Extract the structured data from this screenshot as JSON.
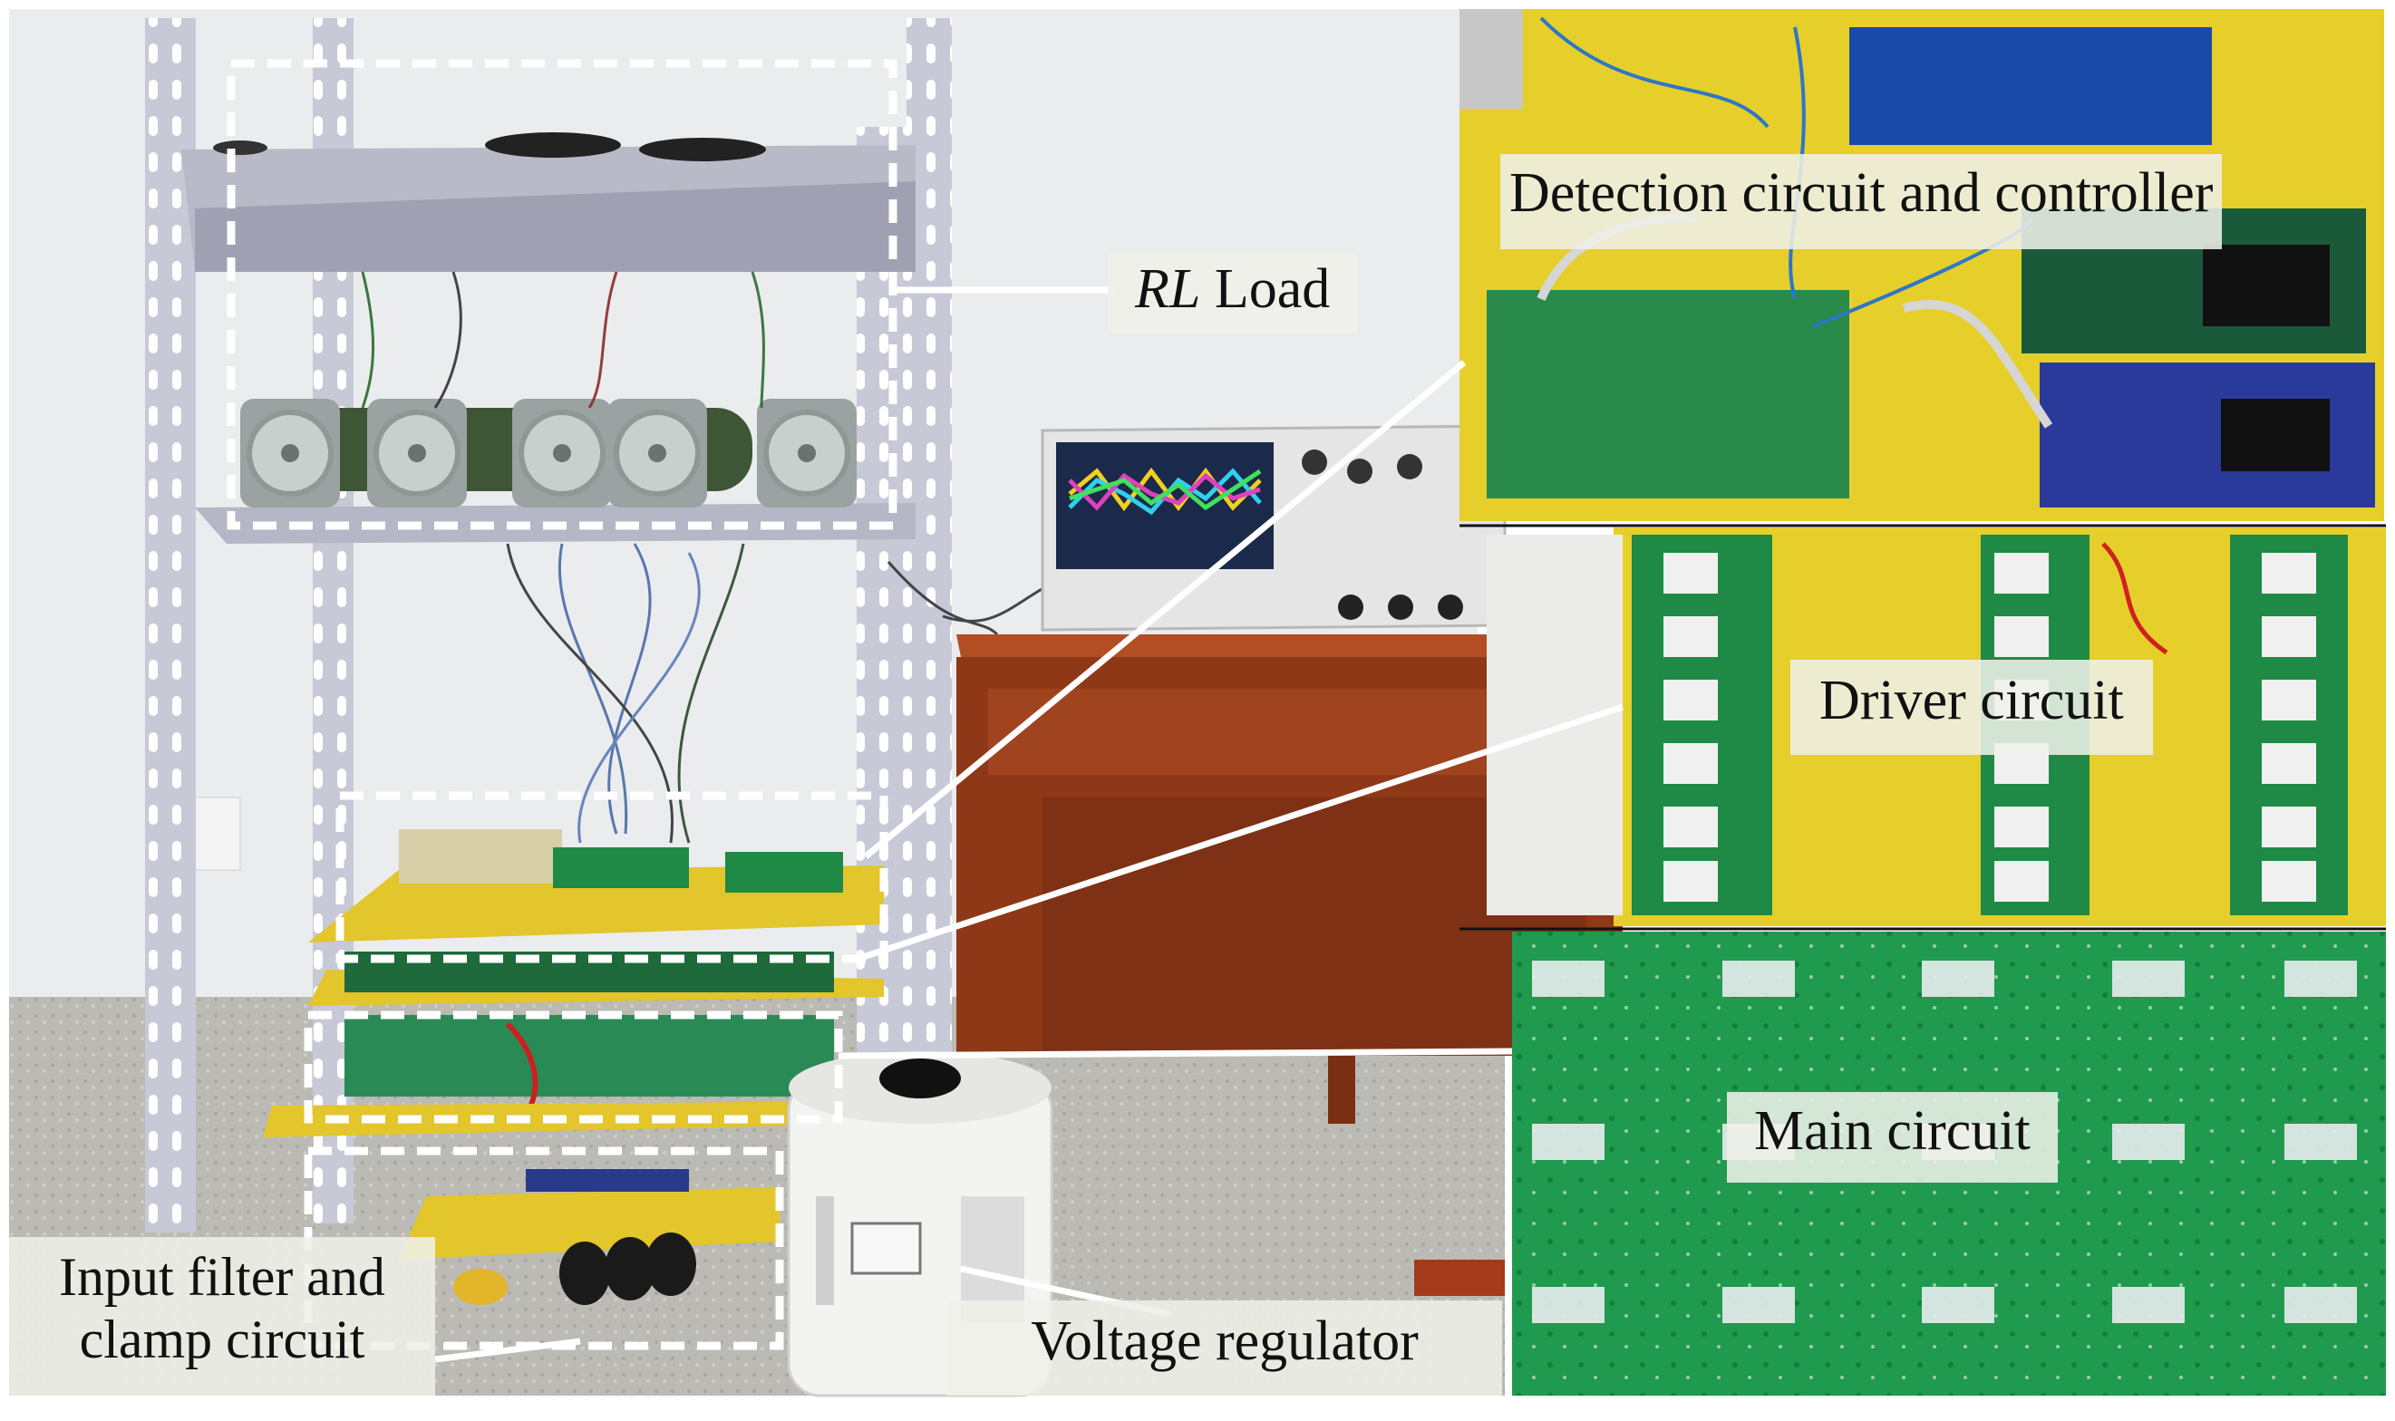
{
  "figure": {
    "labels": {
      "rl_load_prefix": "RL",
      "rl_load_suffix": " Load",
      "detection": "Detection circuit and controller",
      "driver": "Driver circuit",
      "main": "Main circuit",
      "input_filter_line1": "Input filter and",
      "input_filter_line2": "clamp circuit",
      "voltage_regulator": "Voltage regulator"
    },
    "colors": {
      "wall": "#e9ebec",
      "floor": "#b9b8b2",
      "shelf_frame": "#c9cad6",
      "pcb_green": "#1f9a4e",
      "pcb_yellow": "#e6cf2a",
      "table_wood": "#9c3e1c",
      "resistor_green": "#3e5636",
      "callout_line": "#ffffff",
      "dashed_box": "#ffffff"
    }
  }
}
